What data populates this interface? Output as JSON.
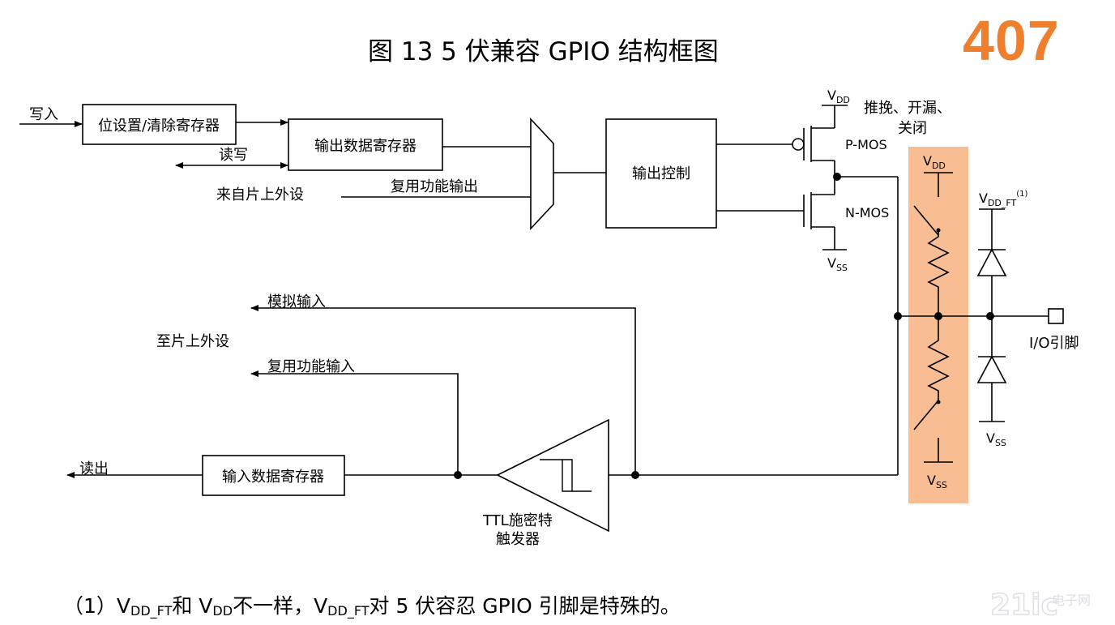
{
  "title": "图  13 5 伏兼容 GPIO 结构框图",
  "page_number": "407",
  "colors": {
    "accent": "#f07f2d",
    "highlight": "#f9bd94",
    "line": "#000000"
  },
  "blocks": {
    "bit_set_reset": "位设置/清除寄存器",
    "output_data": "输出数据寄存器",
    "output_control": "输出控制",
    "input_data": "输入数据寄存器"
  },
  "labels": {
    "write": "写入",
    "read_write": "读写",
    "from_peripheral": "来自片上外设",
    "alt_output": "复用功能输出",
    "push_pull": "推挽、开漏、",
    "close": "关闭",
    "pmos": "P-MOS",
    "nmos": "N-MOS",
    "analog_in": "模拟输入",
    "to_peripheral": "至片上外设",
    "alt_input": "复用功能输入",
    "read_out": "读出",
    "ttl1": "TTL施密特",
    "ttl2": "触发器",
    "io_pin": "I/O引脚",
    "v": "V",
    "dd": "DD",
    "ss": "SS",
    "dd_ft": "DD_FT",
    "note_mark": "(1)"
  },
  "footnote": {
    "lead": "（1）V",
    "sub1": "DD_FT",
    "mid1": "和 V",
    "sub2": "DD",
    "mid2": "不一样，V",
    "sub3": "DD_FT",
    "tail": "对 5 伏容忍 GPIO 引脚是特殊的。"
  },
  "watermark": {
    "main": "21ic",
    "sub": "电子网"
  }
}
